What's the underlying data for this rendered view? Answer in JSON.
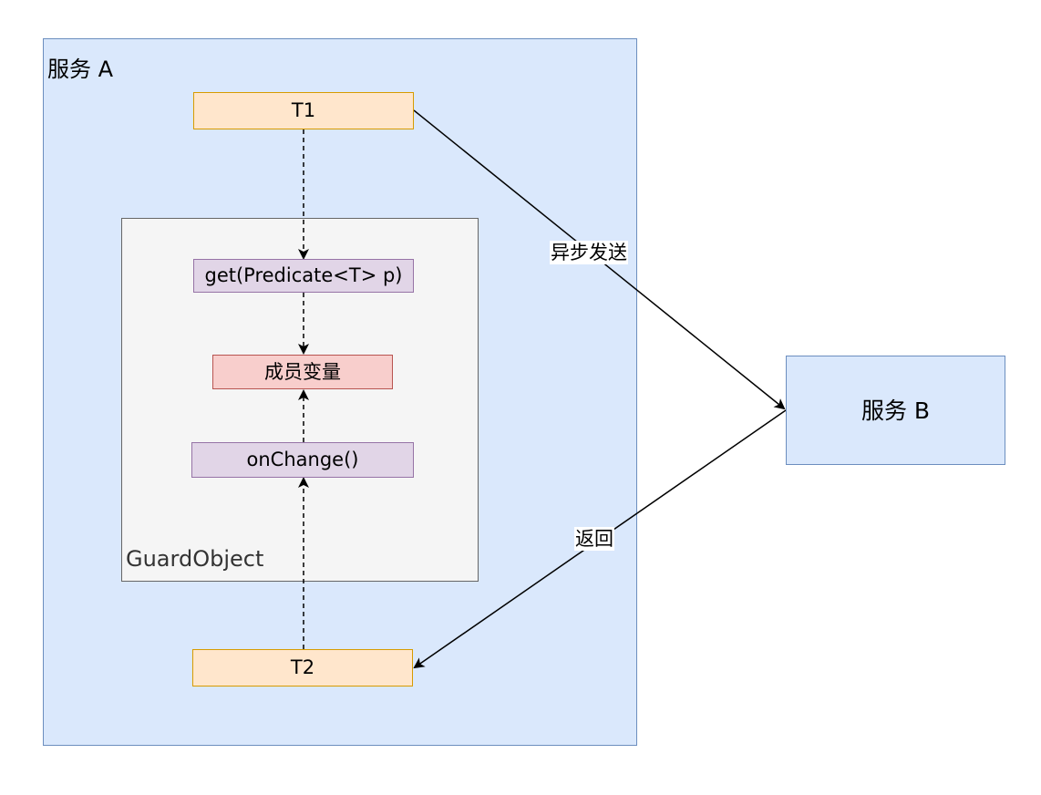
{
  "diagram": {
    "service_a": {
      "label": "服务 A"
    },
    "service_b": {
      "label": "服务 B"
    },
    "guard_object": {
      "label": "GuardObject"
    },
    "nodes": {
      "t1": "T1",
      "get": "get(Predicate<T> p)",
      "member": "成员变量",
      "on_change": "onChange()",
      "t2": "T2"
    },
    "edges": {
      "async_send": "异步发送",
      "return": "返回"
    },
    "colors": {
      "blue_fill": "#dae8fc",
      "blue_stroke": "#6c8ebf",
      "orange_fill": "#ffe6cc",
      "orange_stroke": "#d79b00",
      "purple_fill": "#e1d5e7",
      "purple_stroke": "#9673a6",
      "red_fill": "#f8cecc",
      "red_stroke": "#b85450",
      "grey_fill": "#f5f5f5",
      "grey_stroke": "#666666"
    }
  }
}
